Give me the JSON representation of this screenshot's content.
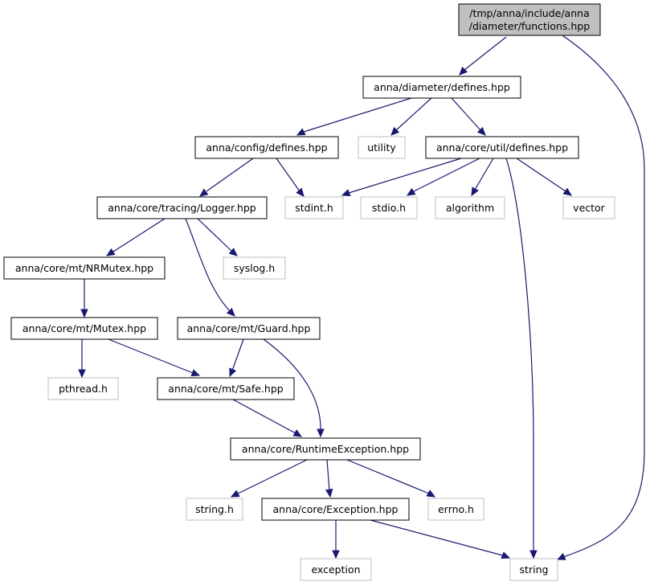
{
  "diagram": {
    "type": "include-dependency-graph",
    "root": {
      "label_line1": "/tmp/anna/include/anna",
      "label_line2": "/diameter/functions.hpp"
    },
    "nodes": [
      {
        "id": "diameter_defines",
        "label": "anna/diameter/defines.hpp",
        "kind": "documented"
      },
      {
        "id": "config_defines",
        "label": "anna/config/defines.hpp",
        "kind": "documented"
      },
      {
        "id": "utility",
        "label": "utility",
        "kind": "external"
      },
      {
        "id": "util_defines",
        "label": "anna/core/util/defines.hpp",
        "kind": "documented"
      },
      {
        "id": "logger",
        "label": "anna/core/tracing/Logger.hpp",
        "kind": "documented"
      },
      {
        "id": "stdint",
        "label": "stdint.h",
        "kind": "external"
      },
      {
        "id": "stdio",
        "label": "stdio.h",
        "kind": "external"
      },
      {
        "id": "algorithm",
        "label": "algorithm",
        "kind": "external"
      },
      {
        "id": "vector",
        "label": "vector",
        "kind": "external"
      },
      {
        "id": "nrmutex",
        "label": "anna/core/mt/NRMutex.hpp",
        "kind": "documented"
      },
      {
        "id": "syslog",
        "label": "syslog.h",
        "kind": "external"
      },
      {
        "id": "mutex",
        "label": "anna/core/mt/Mutex.hpp",
        "kind": "documented"
      },
      {
        "id": "guard",
        "label": "anna/core/mt/Guard.hpp",
        "kind": "documented"
      },
      {
        "id": "pthread",
        "label": "pthread.h",
        "kind": "external"
      },
      {
        "id": "safe",
        "label": "anna/core/mt/Safe.hpp",
        "kind": "documented"
      },
      {
        "id": "runtime_exception",
        "label": "anna/core/RuntimeException.hpp",
        "kind": "documented"
      },
      {
        "id": "string_h",
        "label": "string.h",
        "kind": "external"
      },
      {
        "id": "exception_hpp",
        "label": "anna/core/Exception.hpp",
        "kind": "documented"
      },
      {
        "id": "errno",
        "label": "errno.h",
        "kind": "external"
      },
      {
        "id": "exception",
        "label": "exception",
        "kind": "external"
      },
      {
        "id": "string",
        "label": "string",
        "kind": "external"
      }
    ],
    "edges": [
      {
        "from": "root",
        "to": "diameter_defines"
      },
      {
        "from": "root",
        "to": "string"
      },
      {
        "from": "diameter_defines",
        "to": "config_defines"
      },
      {
        "from": "diameter_defines",
        "to": "utility"
      },
      {
        "from": "diameter_defines",
        "to": "util_defines"
      },
      {
        "from": "config_defines",
        "to": "logger"
      },
      {
        "from": "config_defines",
        "to": "stdint"
      },
      {
        "from": "util_defines",
        "to": "stdint"
      },
      {
        "from": "util_defines",
        "to": "stdio"
      },
      {
        "from": "util_defines",
        "to": "algorithm"
      },
      {
        "from": "util_defines",
        "to": "vector"
      },
      {
        "from": "util_defines",
        "to": "string"
      },
      {
        "from": "logger",
        "to": "nrmutex"
      },
      {
        "from": "logger",
        "to": "syslog"
      },
      {
        "from": "logger",
        "to": "guard"
      },
      {
        "from": "nrmutex",
        "to": "mutex"
      },
      {
        "from": "mutex",
        "to": "pthread"
      },
      {
        "from": "mutex",
        "to": "safe"
      },
      {
        "from": "guard",
        "to": "safe"
      },
      {
        "from": "guard",
        "to": "runtime_exception"
      },
      {
        "from": "safe",
        "to": "runtime_exception"
      },
      {
        "from": "runtime_exception",
        "to": "string_h"
      },
      {
        "from": "runtime_exception",
        "to": "exception_hpp"
      },
      {
        "from": "runtime_exception",
        "to": "errno"
      },
      {
        "from": "exception_hpp",
        "to": "exception"
      },
      {
        "from": "exception_hpp",
        "to": "string"
      }
    ],
    "colors": {
      "root_fill": "#bfbfbf",
      "root_border": "#000000",
      "documented_border": "#000000",
      "external_border": "#bfbfbf",
      "node_fill": "#ffffff",
      "edge": "#191970"
    }
  }
}
